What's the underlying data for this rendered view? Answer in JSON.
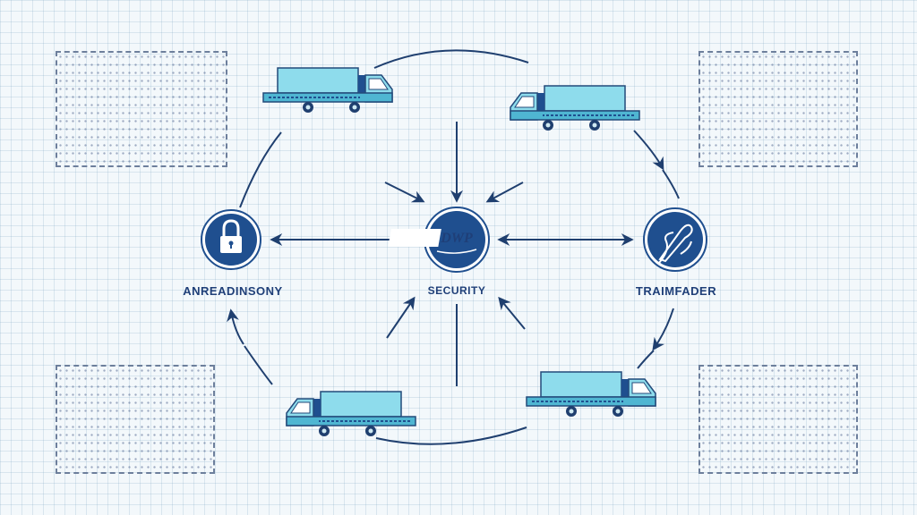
{
  "colors": {
    "node_fill": "#1f4f8f",
    "line": "#1f3f6f",
    "truck_cyan": "#7fd3e6",
    "truck_outline": "#234a7a"
  },
  "nodes": {
    "left": {
      "label": "ANREADINSONY",
      "icon": "padlock-icon"
    },
    "center": {
      "label": "SECURITY",
      "badge": "DWP"
    },
    "right": {
      "label": "TRAIMFADER",
      "icon": "signature-pen-icon"
    }
  }
}
